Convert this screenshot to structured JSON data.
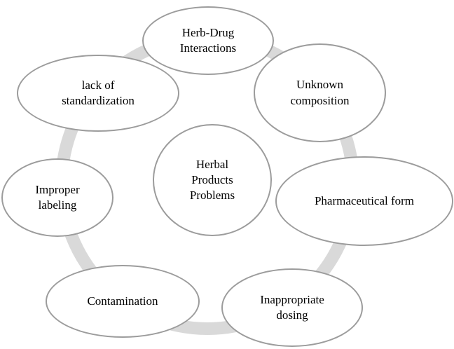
{
  "diagram": {
    "center": {
      "label": "Herbal\nProducts\nProblems"
    },
    "nodes": [
      {
        "id": "herb-drug-interactions",
        "label": "Herb-Drug\nInteractions"
      },
      {
        "id": "unknown-composition",
        "label": "Unknown\ncomposition"
      },
      {
        "id": "pharmaceutical-form",
        "label": "Pharmaceutical form"
      },
      {
        "id": "inappropriate-dosing",
        "label": "Inappropriate\ndosing"
      },
      {
        "id": "contamination",
        "label": "Contamination"
      },
      {
        "id": "improper-labeling",
        "label": "Improper\nlabeling"
      },
      {
        "id": "lack-of-standardization",
        "label": "lack of\nstandardization"
      }
    ],
    "colors": {
      "ring": "#d9d9d9",
      "node_border": "#9c9c9c",
      "node_fill": "#ffffff",
      "text": "#000000"
    }
  }
}
